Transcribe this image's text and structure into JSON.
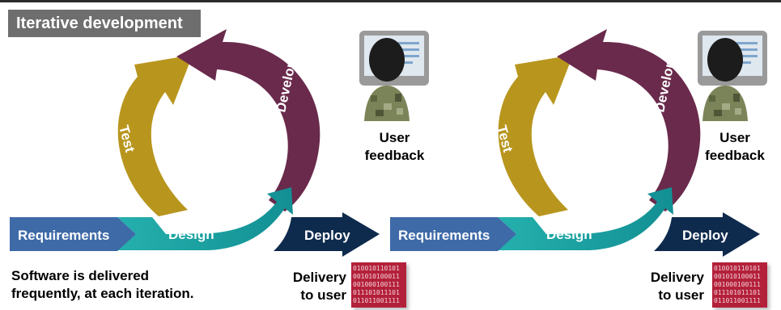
{
  "header": {
    "section_label": "Iterative development"
  },
  "cycles": [
    {
      "labels": {
        "requirements": "Requirements",
        "design": "Design",
        "deploy": "Deploy",
        "test": "Test",
        "develop": "Develop"
      },
      "user_feedback": [
        "User",
        "feedback"
      ],
      "delivery": [
        "Delivery",
        "to user"
      ],
      "binary": [
        "010010110101",
        "001010100011",
        "001000100111",
        "011101011101",
        "011011001111"
      ]
    },
    {
      "labels": {
        "requirements": "Requirements",
        "design": "Design",
        "deploy": "Deploy",
        "test": "Test",
        "develop": "Develop"
      },
      "user_feedback": [
        "User",
        "feedback"
      ],
      "delivery": [
        "Delivery",
        "to user"
      ],
      "binary": [
        "010010110101",
        "001010100011",
        "001000100111",
        "011101011101",
        "011011001111"
      ]
    }
  ],
  "caption": [
    "Software is delivered",
    "frequently, at each iteration."
  ],
  "colors": {
    "requirements": "#3e6aa8",
    "design": "#1fa3a3",
    "deploy": "#0e2a4d",
    "test": "#b8961e",
    "develop": "#6a2a4c",
    "section_label_bg": "#6e6e6e",
    "binary_bg": "#b3203a"
  },
  "icons": [
    "user-at-computer-icon",
    "binary-data-icon"
  ]
}
